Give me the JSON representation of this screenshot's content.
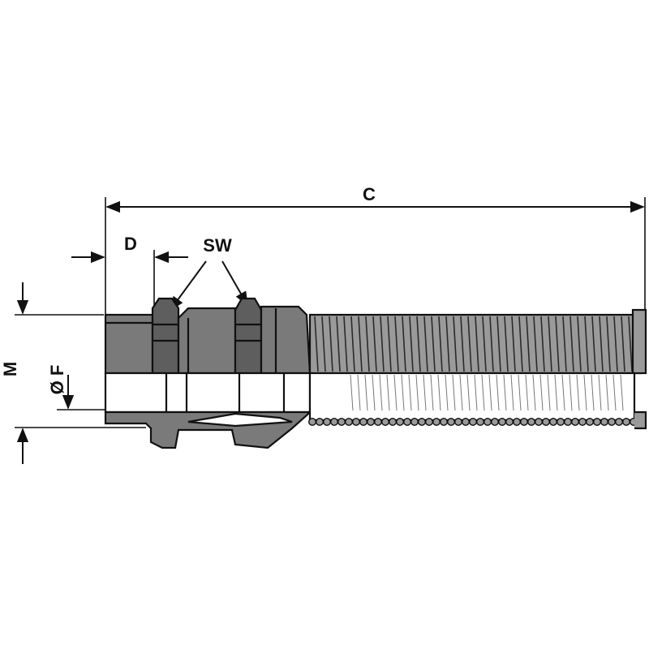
{
  "labels": {
    "overall_length": "C",
    "thread_length": "D",
    "wrench_size": "SW",
    "thread_size": "M",
    "inner_diameter": "Ø F"
  },
  "colors": {
    "metal": "#7a7a7a",
    "metal_dark": "#5e5e5e",
    "metal_light": "#9a9a9a",
    "line": "#111111",
    "background": "#ffffff"
  }
}
